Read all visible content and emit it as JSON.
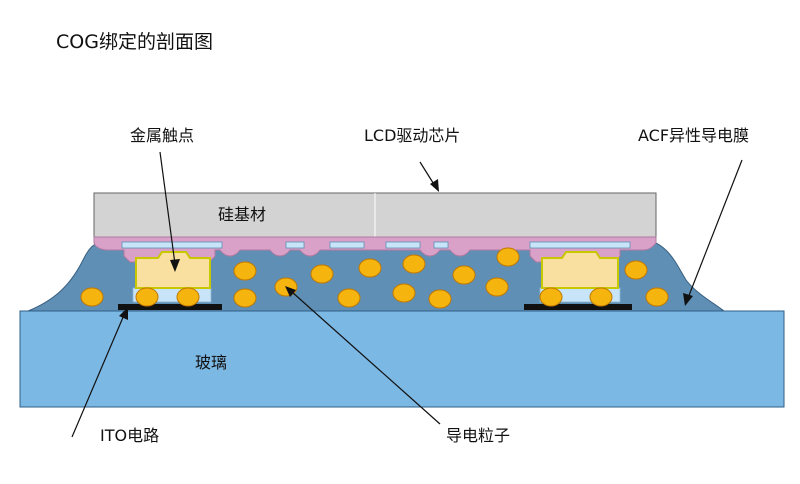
{
  "title": "COG绑定的剖面图",
  "labels": {
    "metal_contact": "金属触点",
    "lcd_driver_chip": "LCD驱动芯片",
    "acf_film": "ACF异性导电膜",
    "silicon_substrate": "硅基材",
    "glass": "玻璃",
    "ito_circuit": "ITO电路",
    "conductive_particle": "导电粒子"
  },
  "colors": {
    "chip": "#d3d3d3",
    "acf": "#5f8fb4",
    "glass": "#7cb8e4",
    "particle": "#f5b50e",
    "bump": "#f9dfa0",
    "bump_outline": "#c8c800",
    "polyimide": "#d9a0c8",
    "pad": "#c8e4f8",
    "ito": "#111111"
  }
}
